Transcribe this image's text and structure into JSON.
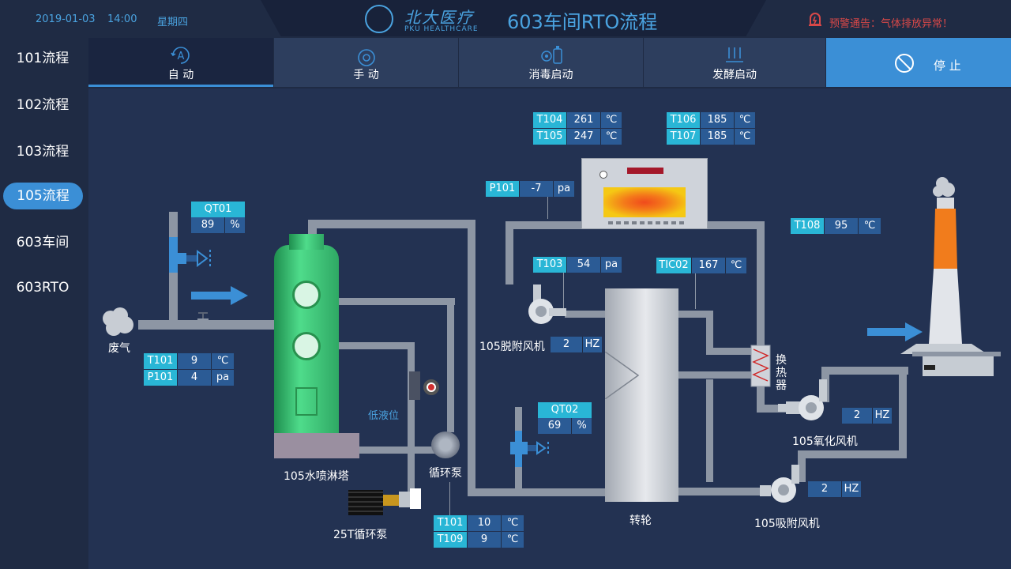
{
  "header": {
    "date": "2019-01-03",
    "time": "14:00",
    "weekday": "星期四",
    "title": "603车间RTO流程",
    "logo_text": "北大医疗",
    "logo_sub": "PKU HEALTHCARE",
    "warning": "预警通告：气体排放异常！"
  },
  "sidebar": {
    "items": [
      {
        "label": "101流程"
      },
      {
        "label": "102流程"
      },
      {
        "label": "103流程"
      },
      {
        "label": "105流程"
      },
      {
        "label": "603车间"
      },
      {
        "label": "603RTO"
      }
    ],
    "active_index": 3
  },
  "tabs": [
    {
      "label": "自 动"
    },
    {
      "label": "手 动"
    },
    {
      "label": "消毒启动"
    },
    {
      "label": "发酵启动"
    },
    {
      "label": "停 止"
    }
  ],
  "colors": {
    "accent": "#3b8fd6",
    "tag_name": "#29b6d6",
    "tag_value": "#2b5b95",
    "warning": "#d94848"
  },
  "labels": {
    "waste_gas": "废气",
    "tower": "105水喷淋塔",
    "low_level": "低液位",
    "circ_pump": "循环泵",
    "pump25t": "25T循环泵",
    "desorb_fan": "105脱附风机",
    "rotor": "转轮",
    "heat_exchanger": "换热器",
    "oxid_fan": "105氧化风机",
    "adsorb_fan": "105吸附风机"
  },
  "tags": {
    "qt01": {
      "name": "QT01",
      "value": "89",
      "unit": "%"
    },
    "t101a": {
      "name": "T101",
      "value": "9",
      "unit": "℃"
    },
    "p101a": {
      "name": "P101",
      "value": "4",
      "unit": "pa"
    },
    "t104": {
      "name": "T104",
      "value": "261",
      "unit": "℃"
    },
    "t105": {
      "name": "T105",
      "value": "247",
      "unit": "℃"
    },
    "t106": {
      "name": "T106",
      "value": "185",
      "unit": "℃"
    },
    "t107": {
      "name": "T107",
      "value": "185",
      "unit": "℃"
    },
    "p101b": {
      "name": "P101",
      "value": "-7",
      "unit": "pa"
    },
    "t108": {
      "name": "T108",
      "value": "95",
      "unit": "℃"
    },
    "t103": {
      "name": "T103",
      "value": "54",
      "unit": "pa"
    },
    "tic02": {
      "name": "TIC02",
      "value": "167",
      "unit": "℃"
    },
    "desorb_hz": {
      "value": "2",
      "unit": "HZ"
    },
    "qt02": {
      "name": "QT02",
      "value": "69",
      "unit": "%"
    },
    "oxid_hz": {
      "value": "2",
      "unit": "HZ"
    },
    "adsorb_hz": {
      "value": "2",
      "unit": "HZ"
    },
    "t101b": {
      "name": "T101",
      "value": "10",
      "unit": "℃"
    },
    "t109": {
      "name": "T109",
      "value": "9",
      "unit": "℃"
    }
  }
}
